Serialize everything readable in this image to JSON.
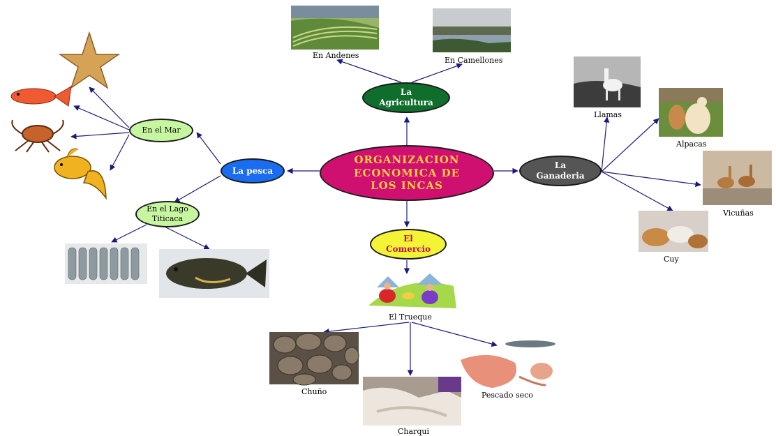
{
  "central": {
    "label": "ORGANIZACION ECONOMICA DE LOS INCAS",
    "fill": "#d01070",
    "text_color": "#ffd23c"
  },
  "branches": {
    "agricultura": {
      "label": "La Agricultura",
      "fill": "#0f6e2c"
    },
    "ganaderia": {
      "label": "La Ganaderia",
      "fill": "#555555"
    },
    "pesca": {
      "label": "La pesca",
      "fill": "#1a6cf0"
    },
    "comercio": {
      "label": "El Comercio",
      "fill": "#f4f436",
      "text_color": "#c0104a"
    }
  },
  "subnodes": {
    "mar": {
      "label": "En el Mar",
      "fill": "#c7f6a0"
    },
    "lago": {
      "label": "En el Lago Titicaca",
      "fill": "#c7f6a0"
    }
  },
  "image_labels": {
    "andenes": "En Andenes",
    "camellones": "En Camellones",
    "llamas": "Llamas",
    "alpacas": "Alpacas",
    "vicunas": "Vicuñas",
    "cuy": "Cuy",
    "trueque": "El Trueque",
    "chuno": "Chuño",
    "charqui": "Charqui",
    "pescado_seco": "Pescado seco"
  },
  "colors": {
    "arrow": "#1a1a7a"
  }
}
